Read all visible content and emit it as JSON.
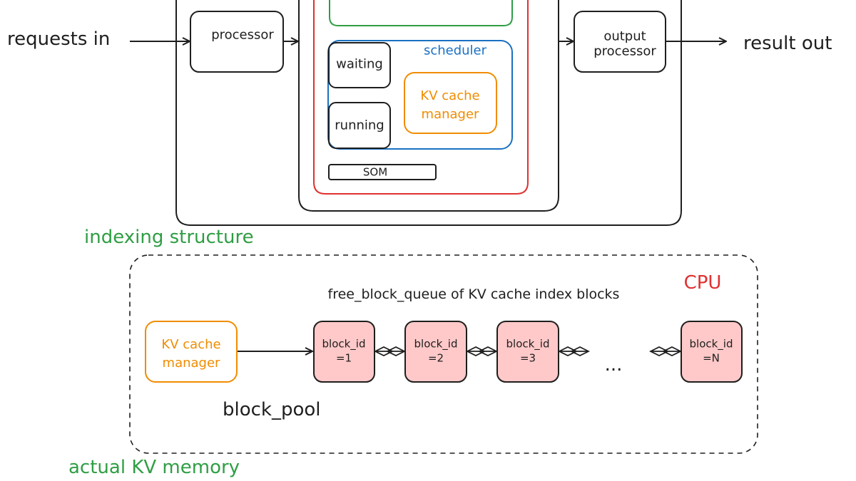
{
  "colors": {
    "ink": "#1e1e1e",
    "green": "#2f9e44",
    "red": "#e03131",
    "blue": "#1971c2",
    "orange": "#f08c00",
    "block_fill": "#ffc9c9"
  },
  "engine": {
    "input_label": "requests in",
    "processor_label": "processor",
    "output_processor_label": "output processor",
    "output_label": "result out"
  },
  "scheduler": {
    "title": "scheduler",
    "waiting_label": "waiting",
    "running_label": "running",
    "kv_cache_manager_label": "KV cache manager"
  },
  "som_label": "SOM",
  "indexing_label": "indexing structure",
  "memory_label": "actual KV memory",
  "cpu_panel": {
    "device_label": "CPU",
    "queue_title": "free_block_queue of KV cache index blocks",
    "kv_cache_manager_label": "KV cache manager",
    "pool_label": "block_pool",
    "ellipsis": "...",
    "blocks": [
      {
        "line1": "block_id",
        "line2": "=1"
      },
      {
        "line1": "block_id",
        "line2": "=2"
      },
      {
        "line1": "block_id",
        "line2": "=3"
      },
      {
        "line1": "block_id",
        "line2": "=N"
      }
    ]
  }
}
